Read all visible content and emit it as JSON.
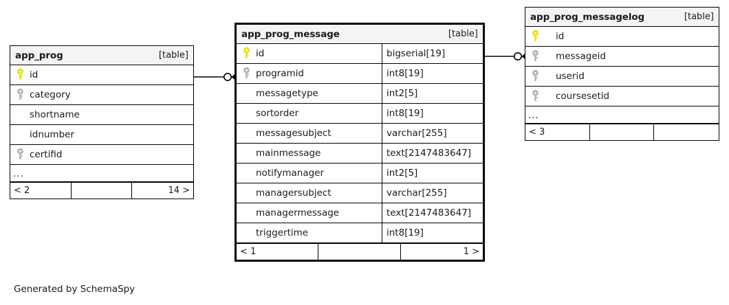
{
  "diagram": {
    "caption": "Generated by SchemaSpy",
    "table_tag": "[table]",
    "ellipsis": "...",
    "key_colors": {
      "primary": "#e8e80f",
      "foreign": "#b3b3b3"
    },
    "line_color": "#000000"
  },
  "tables": [
    {
      "id": "app_prog",
      "name": "app_prog",
      "tag": "[table]",
      "focal": false,
      "show_types": false,
      "indent": "normal",
      "columns": [
        {
          "name": "id",
          "key": "primary",
          "type": ""
        },
        {
          "name": "category",
          "key": "foreign",
          "type": ""
        },
        {
          "name": "shortname",
          "key": "none",
          "type": ""
        },
        {
          "name": "idnumber",
          "key": "none",
          "type": ""
        },
        {
          "name": "certifid",
          "key": "foreign",
          "type": ""
        }
      ],
      "has_ellipsis": true,
      "footer": {
        "left": "< 2",
        "middle": "",
        "right": "14 >"
      }
    },
    {
      "id": "app_prog_message",
      "name": "app_prog_message",
      "tag": "[table]",
      "focal": true,
      "show_types": true,
      "indent": "normal",
      "columns": [
        {
          "name": "id",
          "key": "primary",
          "type": "bigserial[19]"
        },
        {
          "name": "programid",
          "key": "foreign",
          "type": "int8[19]"
        },
        {
          "name": "messagetype",
          "key": "none",
          "type": "int2[5]"
        },
        {
          "name": "sortorder",
          "key": "none",
          "type": "int8[19]"
        },
        {
          "name": "messagesubject",
          "key": "none",
          "type": "varchar[255]"
        },
        {
          "name": "mainmessage",
          "key": "none",
          "type": "text[2147483647]"
        },
        {
          "name": "notifymanager",
          "key": "none",
          "type": "int2[5]"
        },
        {
          "name": "managersubject",
          "key": "none",
          "type": "varchar[255]"
        },
        {
          "name": "managermessage",
          "key": "none",
          "type": "text[2147483647]"
        },
        {
          "name": "triggertime",
          "key": "none",
          "type": "int8[19]"
        }
      ],
      "has_ellipsis": false,
      "footer": {
        "left": "< 1",
        "middle": "",
        "right": "1 >"
      }
    },
    {
      "id": "app_prog_messagelog",
      "name": "app_prog_messagelog",
      "tag": "[table]",
      "focal": false,
      "show_types": false,
      "indent": "wide",
      "columns": [
        {
          "name": "id",
          "key": "primary",
          "type": ""
        },
        {
          "name": "messageid",
          "key": "foreign",
          "type": ""
        },
        {
          "name": "userid",
          "key": "foreign",
          "type": ""
        },
        {
          "name": "coursesetid",
          "key": "foreign",
          "type": ""
        }
      ],
      "has_ellipsis": true,
      "footer": {
        "left": "< 3",
        "middle": "",
        "right": ""
      }
    }
  ],
  "relationships": [
    {
      "id": "rel-app-prog-to-message",
      "from": "app_prog.id",
      "to": "app_prog_message.programid"
    },
    {
      "id": "rel-message-to-messagelog",
      "from": "app_prog_message.id",
      "to": "app_prog_messagelog.messageid"
    }
  ]
}
